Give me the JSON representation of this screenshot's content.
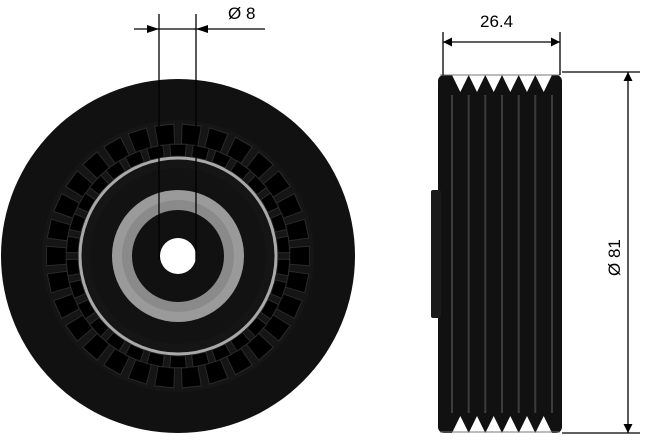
{
  "diagram": {
    "colors": {
      "background": "#ffffff",
      "part": "#111111",
      "vent": "#000000",
      "ring": "#a9a9a9",
      "bearing_face": "#9a9a9a",
      "dimension_line": "#000000"
    },
    "dimensions": {
      "bore_diameter": "Ø 8",
      "width": "26.4",
      "outer_diameter": "Ø 81"
    },
    "pulley": {
      "groove_count": 6
    }
  }
}
